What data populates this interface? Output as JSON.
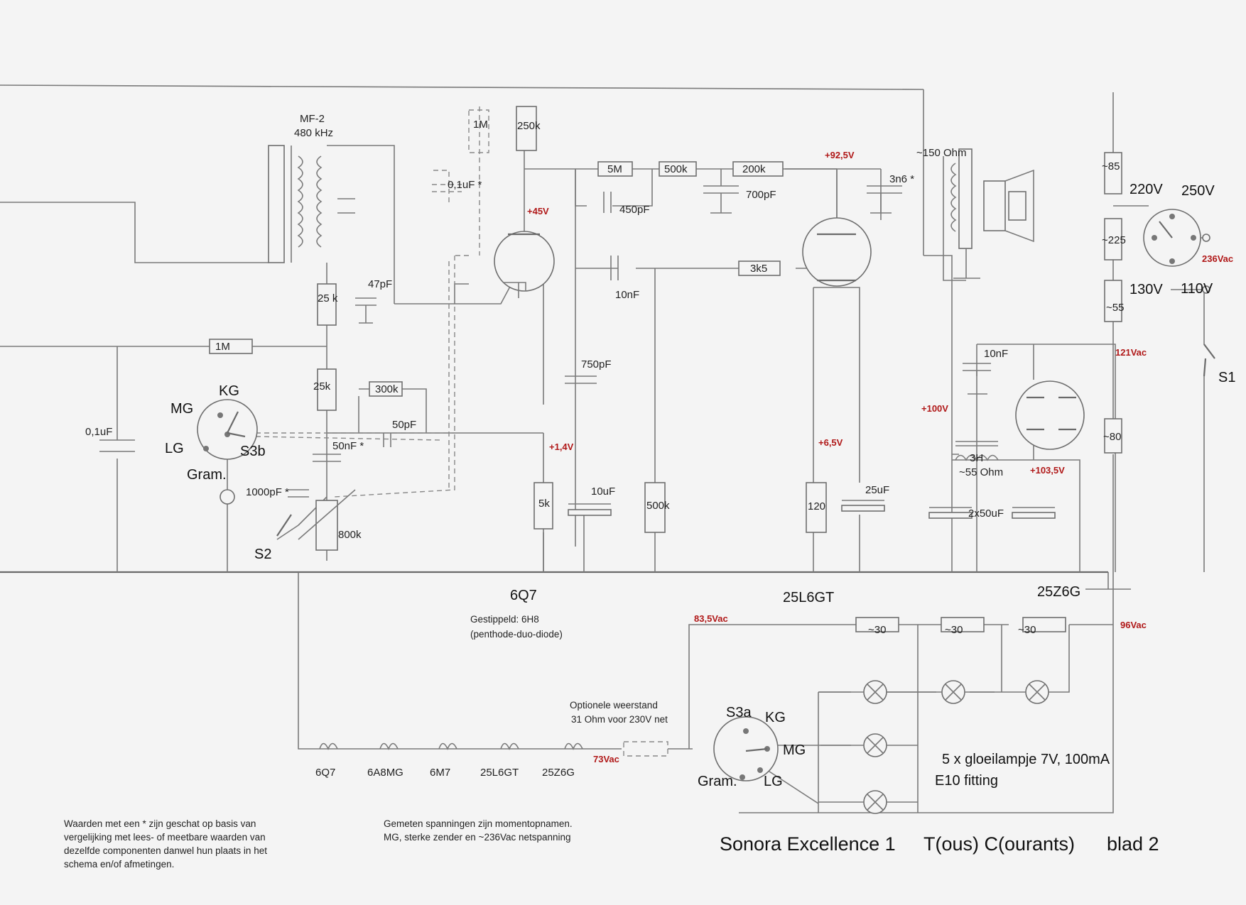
{
  "title": {
    "name": "Sonora Excellence 1",
    "type": "T(ous) C(ourants)",
    "sheet": "blad 2"
  },
  "stages": {
    "v1": "6Q7",
    "v2": "25L6GT",
    "v3": "25Z6G"
  },
  "if_transformer": {
    "name": "MF-2",
    "freq": "480 kHz"
  },
  "component_labels": {
    "r_1m_top": "1M",
    "r_250k": "250k",
    "c_01uf": "0,1uF  *",
    "r_5m": "5M",
    "r_500k_top": "500k",
    "r_200k": "200k",
    "c_700pf": "700pF",
    "c_450pf": "450pF",
    "c_3n6": "3n6  *",
    "speaker_ohm": "~150 Ohm",
    "r_85": "~85",
    "r_225": "~225",
    "r_55": "~55",
    "r_25k_a": "25 k",
    "c_47pf": "47pF",
    "r_1m_mid": "1M",
    "r_25k_b": "25k",
    "c_10nf_mid": "10nF",
    "r_3k5": "3k5",
    "c_750pf": "750pF",
    "r_300k": "300k",
    "c_50pf": "50pF",
    "c_50nf": "50nF  *",
    "c_1000pf": "1000pF  *",
    "pot_800k": "800k",
    "c_01uf_left": "0,1uF",
    "r_5k": "5k",
    "c_10uf": "10uF",
    "r_500k_low": "500k",
    "r_120": "120",
    "c_25uf": "25uF",
    "c_10nf_right": "10nF",
    "choke": "3H",
    "choke_ohm": "~55 Ohm",
    "c_2x50uf": "2x50uF",
    "r_80": "~80",
    "r_30_a": "~30",
    "r_30_b": "~30",
    "r_30_c": "~30"
  },
  "switches": {
    "s3b": "S3b",
    "kg": "KG",
    "mg": "MG",
    "lg": "LG",
    "gram": "Gram.",
    "s2": "S2",
    "s1": "S1",
    "s3a": "S3a",
    "kg2": "KG",
    "mg2": "MG",
    "lg2": "LG",
    "gram2": "Gram."
  },
  "mains_taps": {
    "t220": "220V",
    "t250": "250V",
    "t130": "130V",
    "t110": "110V"
  },
  "voltages": {
    "v45": "+45V",
    "v92": "+92,5V",
    "v236": "236Vac",
    "v121": "121Vac",
    "v100": "+100V",
    "v14": "+1,4V",
    "v65": "+6,5V",
    "v103": "+103,5V",
    "v835": "83,5Vac",
    "v96": "96Vac",
    "v73": "73Vac"
  },
  "heater_chain": [
    "6Q7",
    "6A8MG",
    "6M7",
    "25L6GT",
    "25Z6G"
  ],
  "notes": {
    "dashed_l1": "Gestippeld: 6H8",
    "dashed_l2": "(penthode-duo-diode)",
    "opt_l1": "Optionele weerstand",
    "opt_l2": "31 Ohm voor 230V net",
    "lamps_l1": "5 x gloeilampje  7V, 100mA",
    "lamps_l2": "E10 fitting",
    "est_l1": "Waarden met een *  zijn geschat op basis van",
    "est_l2": "vergelijking met lees- of meetbare waarden van",
    "est_l3": "dezelfde componenten danwel hun plaats in het",
    "est_l4": "schema en/of afmetingen.",
    "meas_l1": "Gemeten spanningen zijn momentopnamen.",
    "meas_l2": "MG, sterke zender en ~236Vac netspanning"
  }
}
